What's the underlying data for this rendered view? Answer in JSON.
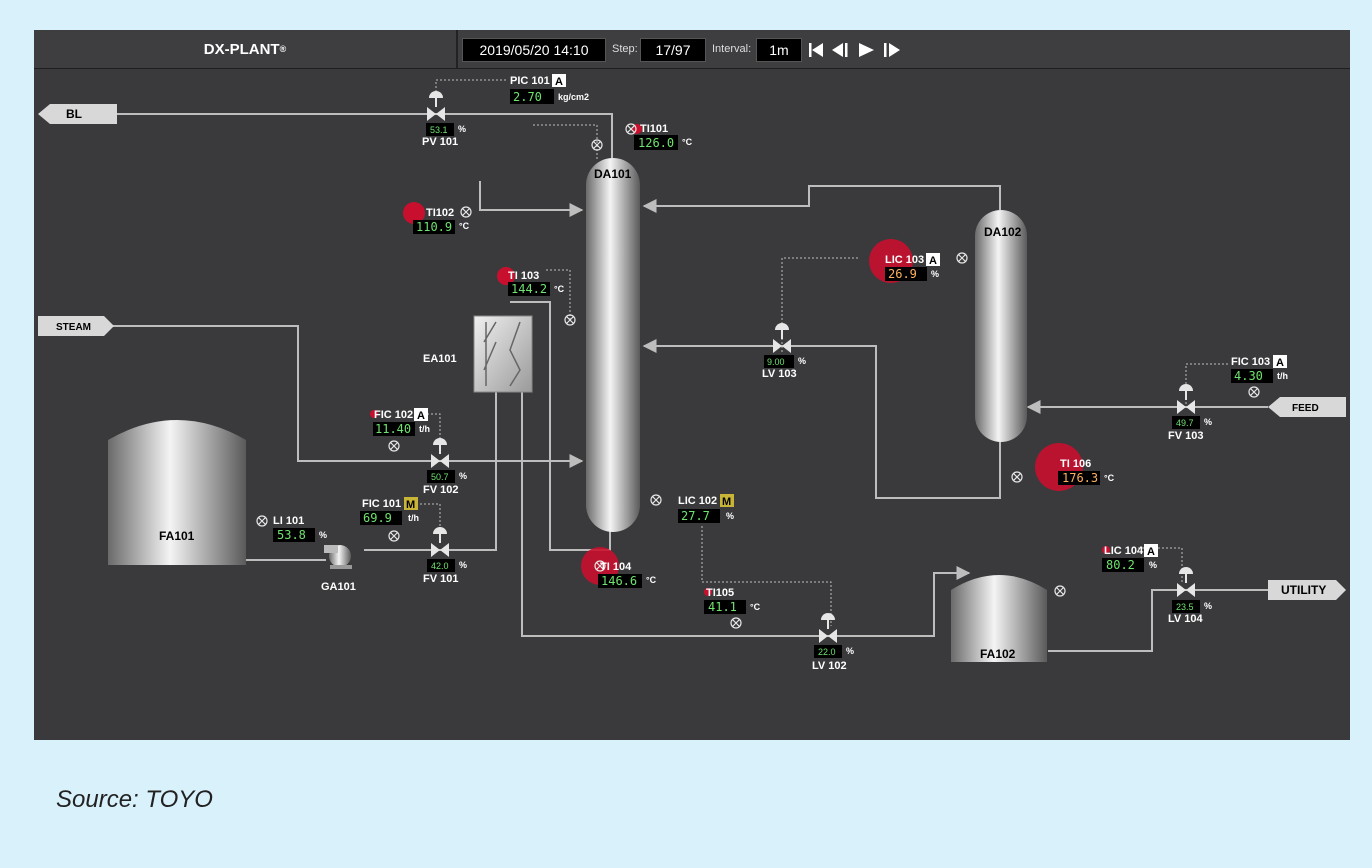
{
  "header": {
    "brand": "DX-PLANT",
    "brand_mark": "®",
    "datetime": "2019/05/20 14:10",
    "step_label": "Step:",
    "step_value": "17/97",
    "interval_label": "Interval:",
    "interval_value": "1m",
    "nav_icons": [
      "skip-to-start-icon",
      "step-back-icon",
      "play-icon",
      "step-forward-icon"
    ]
  },
  "equipment": {
    "da101": "DA101",
    "da102": "DA102",
    "ea101": "EA101",
    "fa101": "FA101",
    "fa102": "FA102",
    "ga101": "GA101"
  },
  "streams": {
    "bl": "BL",
    "steam": "STEAM",
    "feed": "FEED",
    "utility": "UTILITY"
  },
  "instruments": {
    "pic101": {
      "tag": "PIC 101",
      "mode": "A",
      "value": "2.70",
      "unit": "kg/cm2"
    },
    "pv101": {
      "tag": "PV 101",
      "value": "53.1",
      "unit": "%"
    },
    "ti101": {
      "tag": "TI101",
      "value": "126.0",
      "unit": "°C"
    },
    "ti102": {
      "tag": "TI102",
      "value": "110.9",
      "unit": "°C"
    },
    "ti103": {
      "tag": "TI 103",
      "value": "144.2",
      "unit": "°C"
    },
    "lic103": {
      "tag": "LIC 103",
      "mode": "A",
      "value": "26.9",
      "unit": "%"
    },
    "lv103": {
      "tag": "LV 103",
      "value": "9.00",
      "unit": "%"
    },
    "fic103": {
      "tag": "FIC 103",
      "mode": "A",
      "value": "4.30",
      "unit": "t/h"
    },
    "fv103": {
      "tag": "FV 103",
      "value": "49.7",
      "unit": "%"
    },
    "fic102": {
      "tag": "FIC 102",
      "mode": "A",
      "value": "11.40",
      "unit": "t/h"
    },
    "fv102": {
      "tag": "FV 102",
      "value": "50.7",
      "unit": "%"
    },
    "ti106": {
      "tag": "TI 106",
      "value": "176.3",
      "unit": "°C"
    },
    "fic101": {
      "tag": "FIC 101",
      "mode": "M",
      "value": "69.9",
      "unit": "t/h"
    },
    "fv101": {
      "tag": "FV 101",
      "value": "42.0",
      "unit": "%"
    },
    "li101": {
      "tag": "LI 101",
      "value": "53.8",
      "unit": "%"
    },
    "lic102": {
      "tag": "LIC 102",
      "mode": "M",
      "value": "27.7",
      "unit": "%"
    },
    "ti104": {
      "tag": "TI 104",
      "value": "146.6",
      "unit": "°C"
    },
    "ti105": {
      "tag": "TI105",
      "value": "41.1",
      "unit": "°C"
    },
    "lv102": {
      "tag": "LV 102",
      "value": "22.0",
      "unit": "%"
    },
    "lic104": {
      "tag": "LIC 104",
      "mode": "A",
      "value": "80.2",
      "unit": "%"
    },
    "lv104": {
      "tag": "LV 104",
      "value": "23.5",
      "unit": "%"
    }
  },
  "colors": {
    "background": "#d9f1fb",
    "panel": "#3a3a3c",
    "value_green": "#6fe36f",
    "alarm_red": "#c8102e",
    "mode_manual": "#c8b437"
  },
  "source": "Source: TOYO"
}
